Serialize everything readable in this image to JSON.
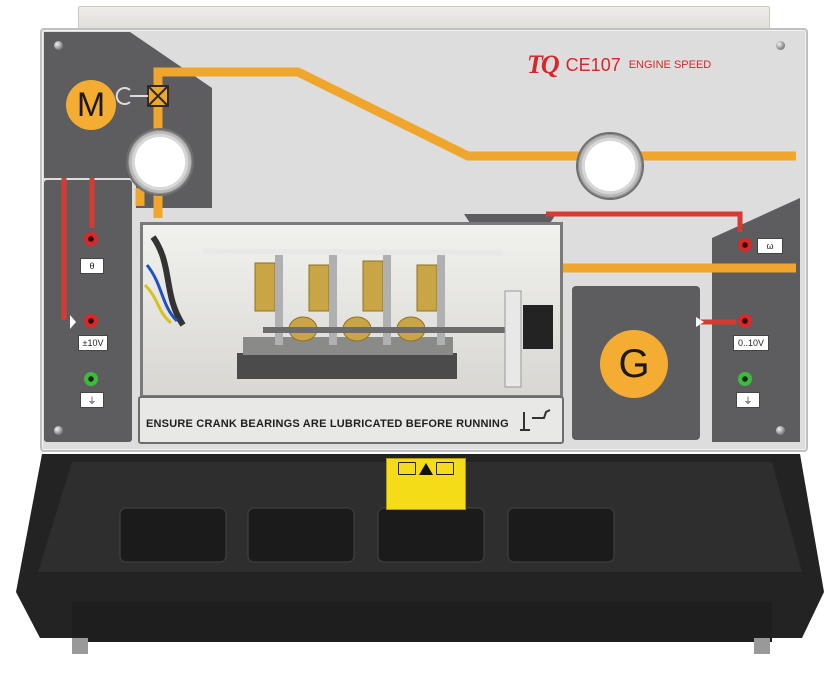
{
  "brand": {
    "logo": "TQ",
    "model": "CE107",
    "product_name": "ENGINE SPEED",
    "brand_color": "#d8262b"
  },
  "panel": {
    "motor_label": "M",
    "generator_label": "G",
    "warning_text": "ENSURE CRANK BEARINGS ARE LUBRICATED BEFORE RUNNING",
    "pipe_color": "#f0a52c",
    "signal_color": "#d63a32",
    "panel_color": "#dcdddc",
    "dark_zone_color": "#5d5d60"
  },
  "terminals": {
    "theta": "θ",
    "input_range": "±10V",
    "omega": "ω",
    "output_range": "0..10V",
    "ground_icon": "ground-icon"
  },
  "sticker": {
    "icons": [
      "book-icon",
      "warning-triangle-icon",
      "book-icon"
    ]
  }
}
